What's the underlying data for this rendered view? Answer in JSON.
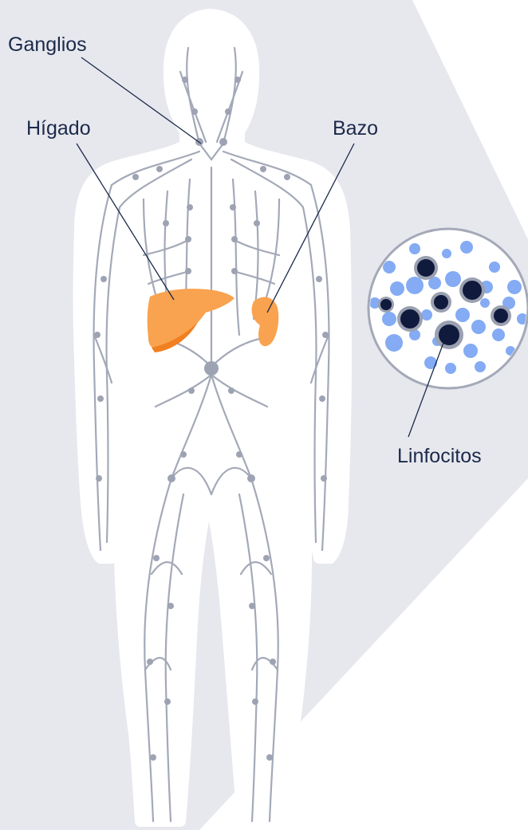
{
  "labels": {
    "ganglios": "Ganglios",
    "higado": "Hígado",
    "bazo": "Bazo",
    "linfocitos": "Linfocitos"
  },
  "colors": {
    "background_shape": "#e7e8ee",
    "body_fill": "#ffffff",
    "vessel": "#a4a9b8",
    "node": "#9ea3b3",
    "organ": "#f9a24f",
    "organ_dark": "#f07f21",
    "label_text": "#1b2a4a",
    "leader_line": "#1b2a4a",
    "cell_light": "#5b8ff0",
    "cell_dark": "#0f1a3d",
    "cell_ring": "#9aa0b0"
  },
  "icons": {
    "body": "human-body-back-view",
    "lymph_system": "lymphatic-vessels-and-nodes",
    "liver": "liver-organ",
    "spleen": "spleen-organ",
    "magnifier": "lymphocytes-magnified-circle"
  }
}
